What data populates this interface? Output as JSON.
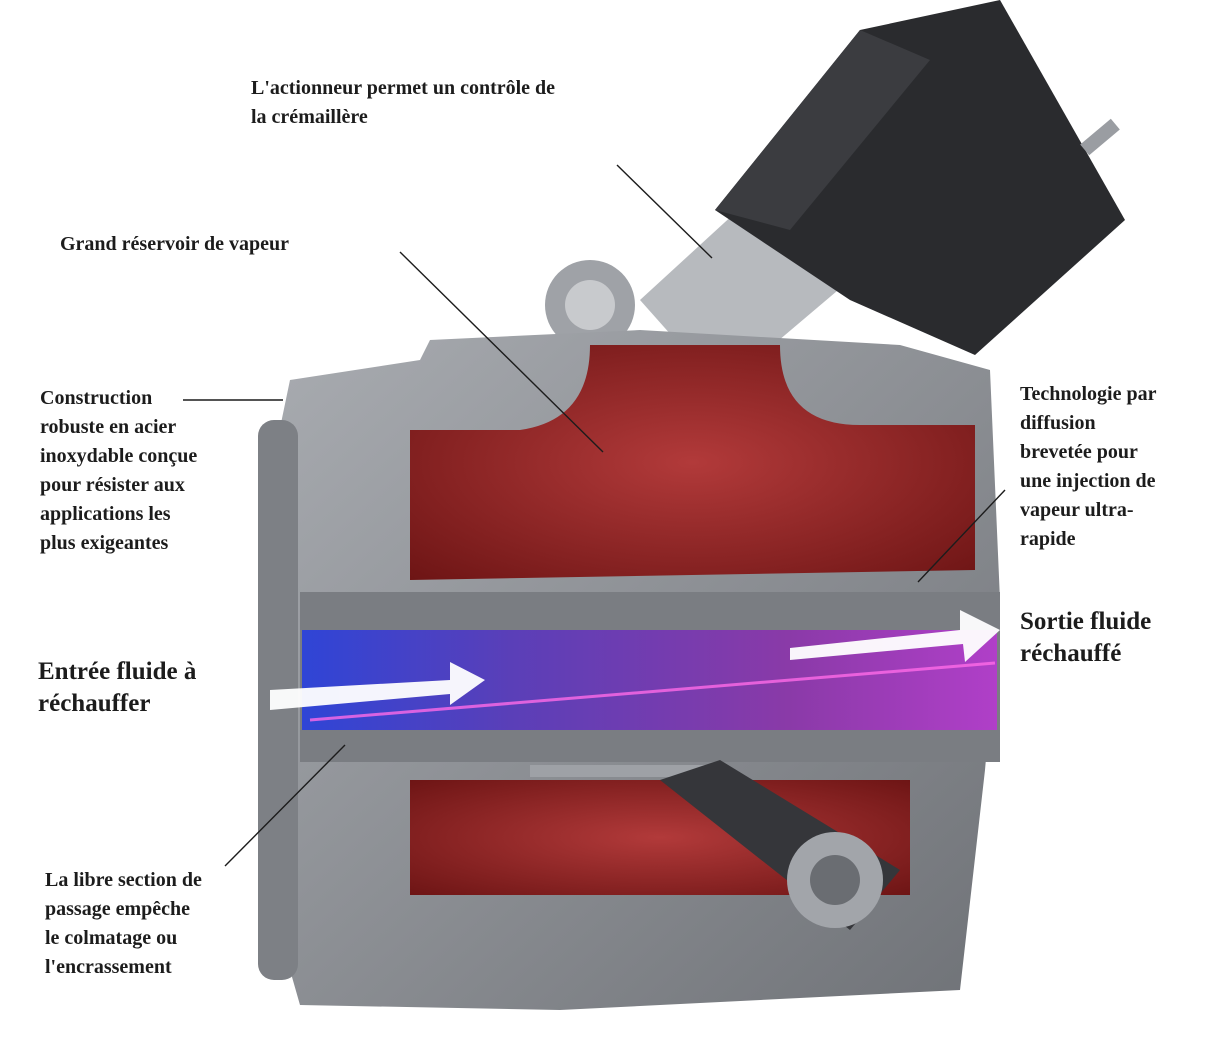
{
  "labels": {
    "actuator": [
      "L'actionneur permet un contrôle de",
      "la crémaillère"
    ],
    "reservoir": [
      "Grand réservoir de vapeur"
    ],
    "construction": [
      "Construction",
      "robuste en acier",
      "inoxydable conçue",
      "pour résister aux",
      "applications les",
      "plus exigeantes"
    ],
    "technology": [
      "Technologie par",
      "diffusion",
      "brevetée pour",
      "une injection de",
      "vapeur ultra-",
      "rapide"
    ],
    "outlet": [
      "Sortie fluide",
      "réchauffé"
    ],
    "inlet": [
      "Entrée fluide à",
      "réchauffer"
    ],
    "passage": [
      "La libre section de",
      "passage empêche",
      "le colmatage ou",
      "l'encrassement"
    ]
  },
  "colors": {
    "body": "#8e9196",
    "reservoir": "#8a1d1d",
    "tube_inlet": "#3a4fd8",
    "tube_outlet": "#c13ad0",
    "actuator": "#2a2b2e"
  }
}
